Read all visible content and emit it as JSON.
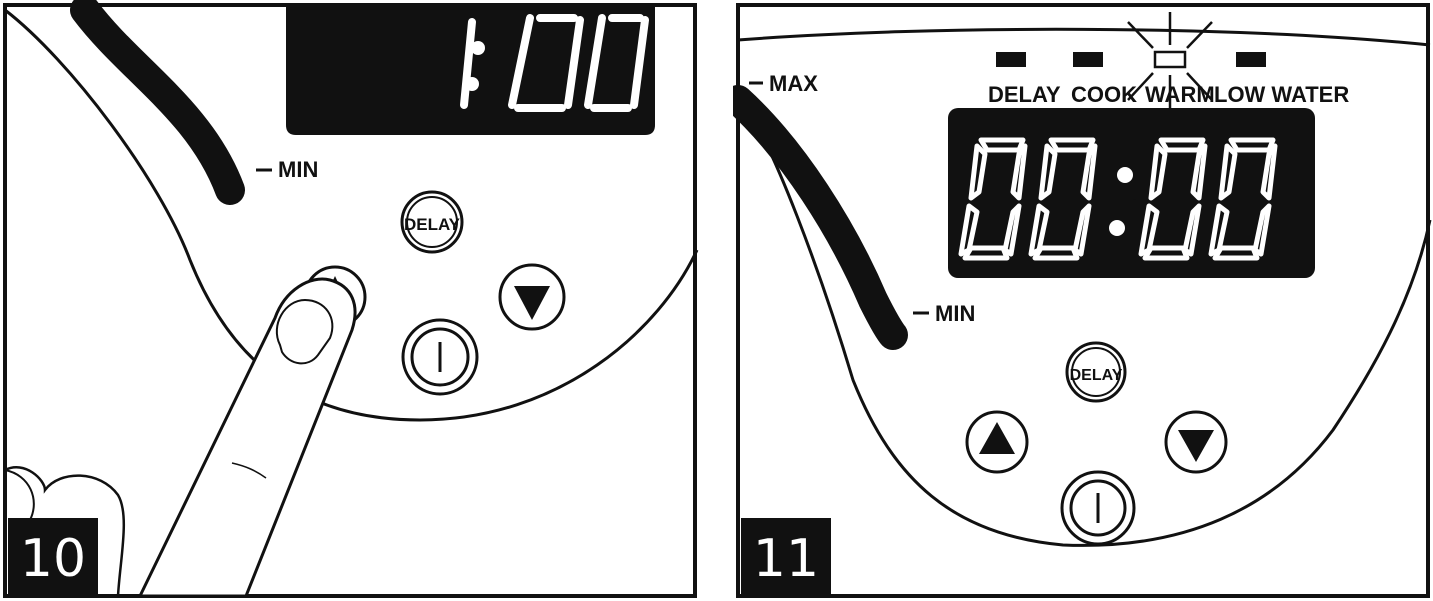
{
  "panels": [
    {
      "step_number": "10",
      "display_text": "1:00",
      "labels": {
        "min": "MIN",
        "delay": "DELAY"
      },
      "icons": [
        "finger-press-icon",
        "arrow-up-icon",
        "arrow-down-icon",
        "power-icon"
      ]
    },
    {
      "step_number": "11",
      "display_text": "00:00",
      "labels": {
        "max": "MAX",
        "min": "MIN",
        "delay": "DELAY"
      },
      "indicators": [
        {
          "label": "DELAY",
          "state": "off"
        },
        {
          "label": "COOK",
          "state": "off"
        },
        {
          "label": "WARM",
          "state": "blinking"
        },
        {
          "label": "LOW WATER",
          "state": "off"
        }
      ],
      "icons": [
        "arrow-up-icon",
        "arrow-down-icon",
        "power-icon"
      ]
    }
  ],
  "colors": {
    "ink": "#111111",
    "display": "#111111",
    "background": "#ffffff"
  }
}
